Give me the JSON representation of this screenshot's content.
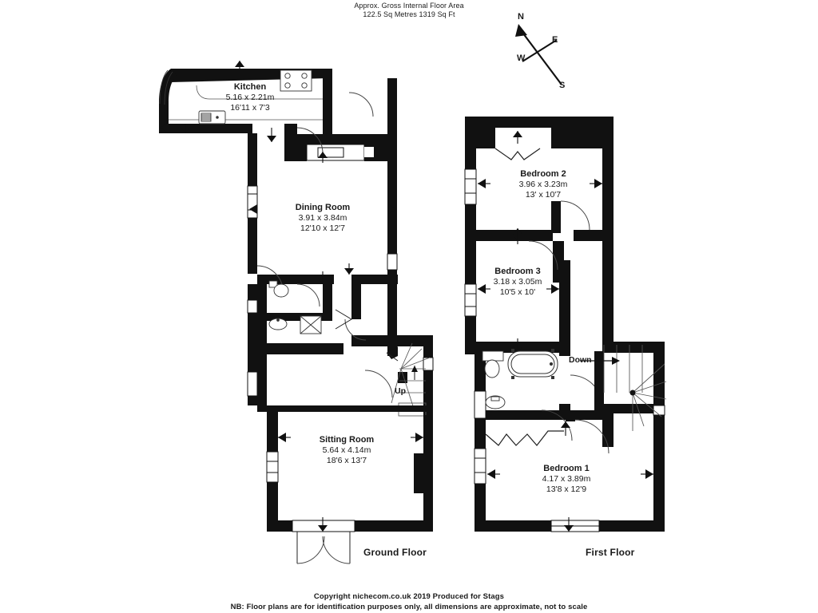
{
  "header": {
    "line1": "Approx. Gross Internal Floor Area",
    "line2": "122.5 Sq Metres 1319 Sq Ft"
  },
  "compass": {
    "north": "N",
    "east": "E",
    "south": "S",
    "west": "W"
  },
  "floors": [
    {
      "id": "ground",
      "label": "Ground Floor",
      "rooms": [
        {
          "name": "Kitchen",
          "metric": "5.16 x 2.21m",
          "imperial": "16'11 x 7'3"
        },
        {
          "name": "Dining Room",
          "metric": "3.91 x 3.84m",
          "imperial": "12'10 x 12'7"
        },
        {
          "name": "Sitting Room",
          "metric": "5.64 x 4.14m",
          "imperial": "18'6 x 13'7"
        }
      ],
      "stairs": {
        "label": "Up"
      }
    },
    {
      "id": "first",
      "label": "First Floor",
      "rooms": [
        {
          "name": "Bedroom 2",
          "metric": "3.96 x 3.23m",
          "imperial": "13' x 10'7"
        },
        {
          "name": "Bedroom 3",
          "metric": "3.18 x 3.05m",
          "imperial": "10'5 x 10'"
        },
        {
          "name": "Bedroom 1",
          "metric": "4.17 x 3.89m",
          "imperial": "13'8 x 12'9"
        }
      ],
      "stairs": {
        "label": "Down"
      }
    }
  ],
  "footer": {
    "line1": "Copyright nichecom.co.uk 2019    Produced for Stags",
    "line2": "NB: Floor plans are for identification purposes only, all dimensions are approximate, not to scale"
  },
  "colors": {
    "wall": "#111111",
    "background": "#ffffff",
    "text": "#1a1a1a",
    "thin_line": "#555555"
  }
}
